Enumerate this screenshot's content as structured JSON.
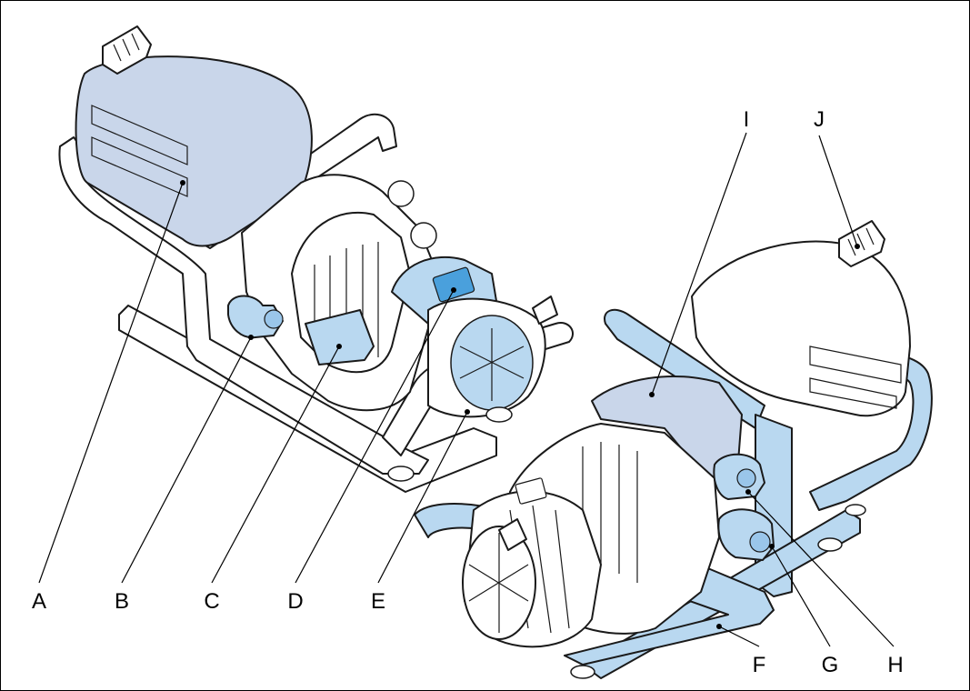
{
  "colors": {
    "highlight": "#b9d8f0",
    "highlight_dark": "#9ac6ea",
    "body": "#ffffff",
    "accent_label": "#4aa0dc",
    "outline": "#1a1a1a",
    "side_shell": "#c9d6ea"
  },
  "labels": {
    "A": "A",
    "B": "B",
    "C": "C",
    "D": "D",
    "E": "E",
    "F": "F",
    "G": "G",
    "H": "H",
    "I": "I",
    "J": "J"
  }
}
